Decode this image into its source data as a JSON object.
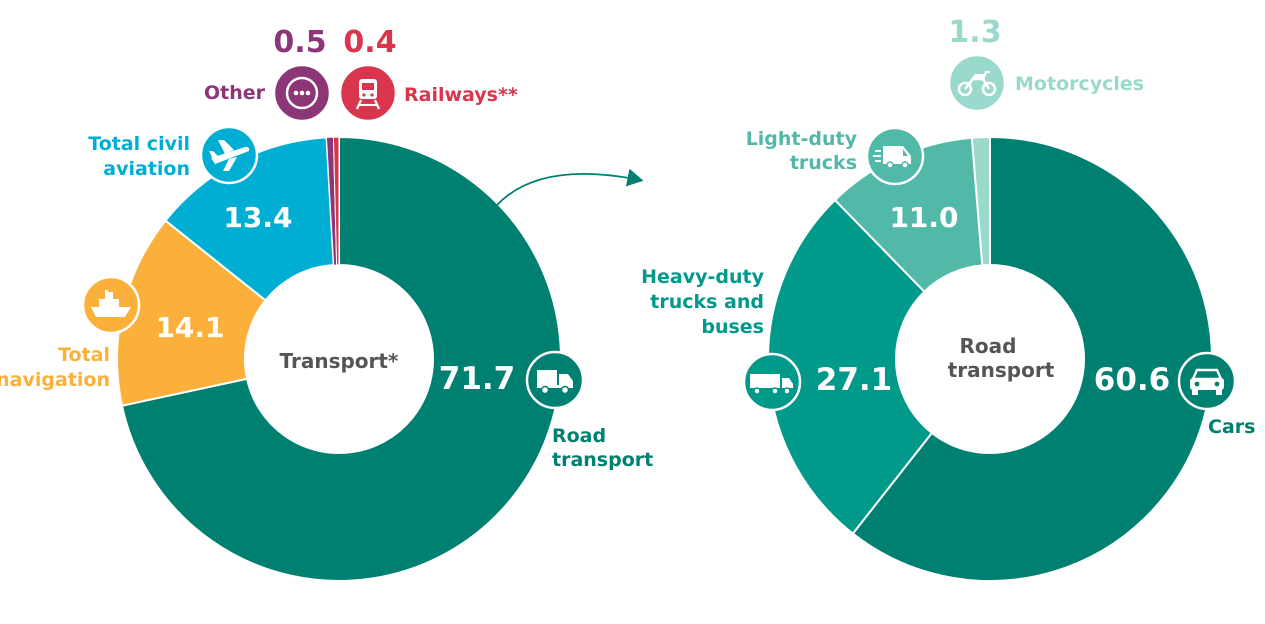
{
  "chart_data": [
    {
      "type": "pie",
      "center_label": "Transport*",
      "slices": [
        {
          "key": "road",
          "label": "Road transport",
          "value": 71.7,
          "value_label": "71.7",
          "color": "#008070",
          "icon": "truck-icon"
        },
        {
          "key": "navigation",
          "label": "Total navigation",
          "value": 14.1,
          "value_label": "14.1",
          "color": "#fbb03b",
          "icon": "ship-icon"
        },
        {
          "key": "aviation",
          "label": "Total civil aviation",
          "value": 13.4,
          "value_label": "13.4",
          "color": "#00aed4",
          "icon": "airplane-icon"
        },
        {
          "key": "other",
          "label": "Other",
          "value": 0.5,
          "value_label": "0.5",
          "color": "#8c3577",
          "icon": "more-icon"
        },
        {
          "key": "railways",
          "label": "Railways**",
          "value": 0.4,
          "value_label": "0.4",
          "color": "#d9354d",
          "icon": "train-icon"
        }
      ]
    },
    {
      "type": "pie",
      "center_label": "Road transport",
      "slices": [
        {
          "key": "cars",
          "label": "Cars",
          "value": 60.6,
          "value_label": "60.6",
          "color": "#008070",
          "icon": "car-icon"
        },
        {
          "key": "heavy",
          "label": "Heavy-duty trucks and buses",
          "value": 27.1,
          "value_label": "27.1",
          "color": "#00998a",
          "icon": "lorry-icon"
        },
        {
          "key": "light",
          "label": "Light-duty trucks",
          "value": 11.0,
          "value_label": "11.0",
          "color": "#52b8a8",
          "icon": "van-icon"
        },
        {
          "key": "moto",
          "label": "Motorcycles",
          "value": 1.3,
          "value_label": "1.3",
          "color": "#99d9cc",
          "icon": "motorcycle-icon"
        }
      ]
    }
  ]
}
